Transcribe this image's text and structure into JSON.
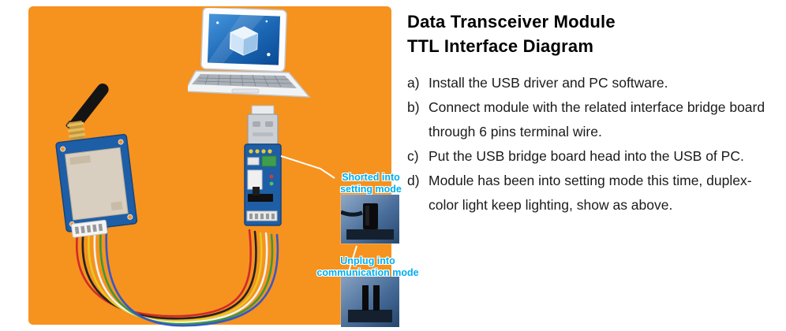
{
  "colors": {
    "panel_orange": "#F6921E",
    "callout_blue": "#00AEEF",
    "pcb_blue": "#1E5EA6"
  },
  "diagram": {
    "callout_shorted": "Shorted into\nsetting mode",
    "callout_unplug": "Unplug into\ncommunication mode"
  },
  "instructions": {
    "title_line1": "Data Transceiver Module",
    "title_line2": "TTL Interface Diagram",
    "items": [
      {
        "label": "a)",
        "text": "Install the USB driver and PC software."
      },
      {
        "label": "b)",
        "text": "Connect module with the related interface bridge board through 6 pins terminal wire."
      },
      {
        "label": "c)",
        "text": "Put the USB bridge board head into the USB of PC."
      },
      {
        "label": "d)",
        "text": "Module has been into setting mode this time, duplex-color light keep lighting, show as above."
      }
    ]
  }
}
